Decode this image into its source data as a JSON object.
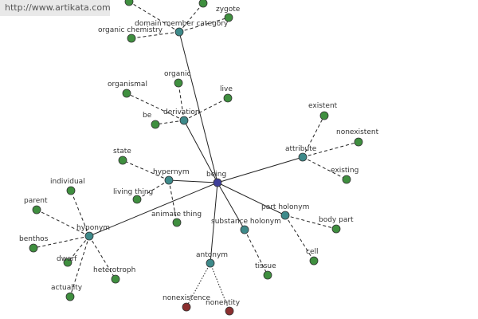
{
  "watermark": "http://www.artikata.com",
  "colors": {
    "center": "#3f3f9a",
    "relation": "#3e8a8a",
    "leaf": "#3f8f3f",
    "antonym_leaf": "#8b2f2f"
  },
  "center": {
    "id": "being",
    "label": "being"
  },
  "relations": [
    {
      "id": "domain",
      "label": "domain member category"
    },
    {
      "id": "derivation",
      "label": "derivation"
    },
    {
      "id": "attribute",
      "label": "attribute"
    },
    {
      "id": "hypernym",
      "label": "hypernym"
    },
    {
      "id": "hyponym",
      "label": "hyponym"
    },
    {
      "id": "partholonym",
      "label": "part holonym"
    },
    {
      "id": "substanceholonym",
      "label": "substance holonym"
    },
    {
      "id": "antonym",
      "label": "antonym"
    }
  ],
  "leaves": [
    {
      "id": "domain-x1",
      "parent": "domain",
      "label": ""
    },
    {
      "id": "domain-x2",
      "parent": "domain",
      "label": ""
    },
    {
      "id": "zygote",
      "parent": "domain",
      "label": "zygote"
    },
    {
      "id": "organic-chemistry",
      "parent": "domain",
      "label": "organic chemistry"
    },
    {
      "id": "organismal",
      "parent": "derivation",
      "label": "organismal"
    },
    {
      "id": "organic",
      "parent": "derivation",
      "label": "organic"
    },
    {
      "id": "live",
      "parent": "derivation",
      "label": "live"
    },
    {
      "id": "be",
      "parent": "derivation",
      "label": "be"
    },
    {
      "id": "existent",
      "parent": "attribute",
      "label": "existent"
    },
    {
      "id": "nonexistent",
      "parent": "attribute",
      "label": "nonexistent"
    },
    {
      "id": "existing",
      "parent": "attribute",
      "label": "existing"
    },
    {
      "id": "state",
      "parent": "hypernym",
      "label": "state"
    },
    {
      "id": "living-thing",
      "parent": "hypernym",
      "label": "living thing"
    },
    {
      "id": "animate-thing",
      "parent": "hypernym",
      "label": "animate thing"
    },
    {
      "id": "individual",
      "parent": "hyponym",
      "label": "individual"
    },
    {
      "id": "parent",
      "parent": "hyponym",
      "label": "parent"
    },
    {
      "id": "benthos",
      "parent": "hyponym",
      "label": "benthos"
    },
    {
      "id": "dwarf",
      "parent": "hyponym",
      "label": "dwarf"
    },
    {
      "id": "heterotroph",
      "parent": "hyponym",
      "label": "heterotroph"
    },
    {
      "id": "actuality",
      "parent": "hyponym",
      "label": "actuality"
    },
    {
      "id": "body-part",
      "parent": "partholonym",
      "label": "body part"
    },
    {
      "id": "cell",
      "parent": "partholonym",
      "label": "cell"
    },
    {
      "id": "tissue",
      "parent": "substanceholonym",
      "label": "tissue"
    },
    {
      "id": "nonexistence",
      "parent": "antonym",
      "label": "nonexistence"
    },
    {
      "id": "nonentity",
      "parent": "antonym",
      "label": "nonentity"
    }
  ]
}
